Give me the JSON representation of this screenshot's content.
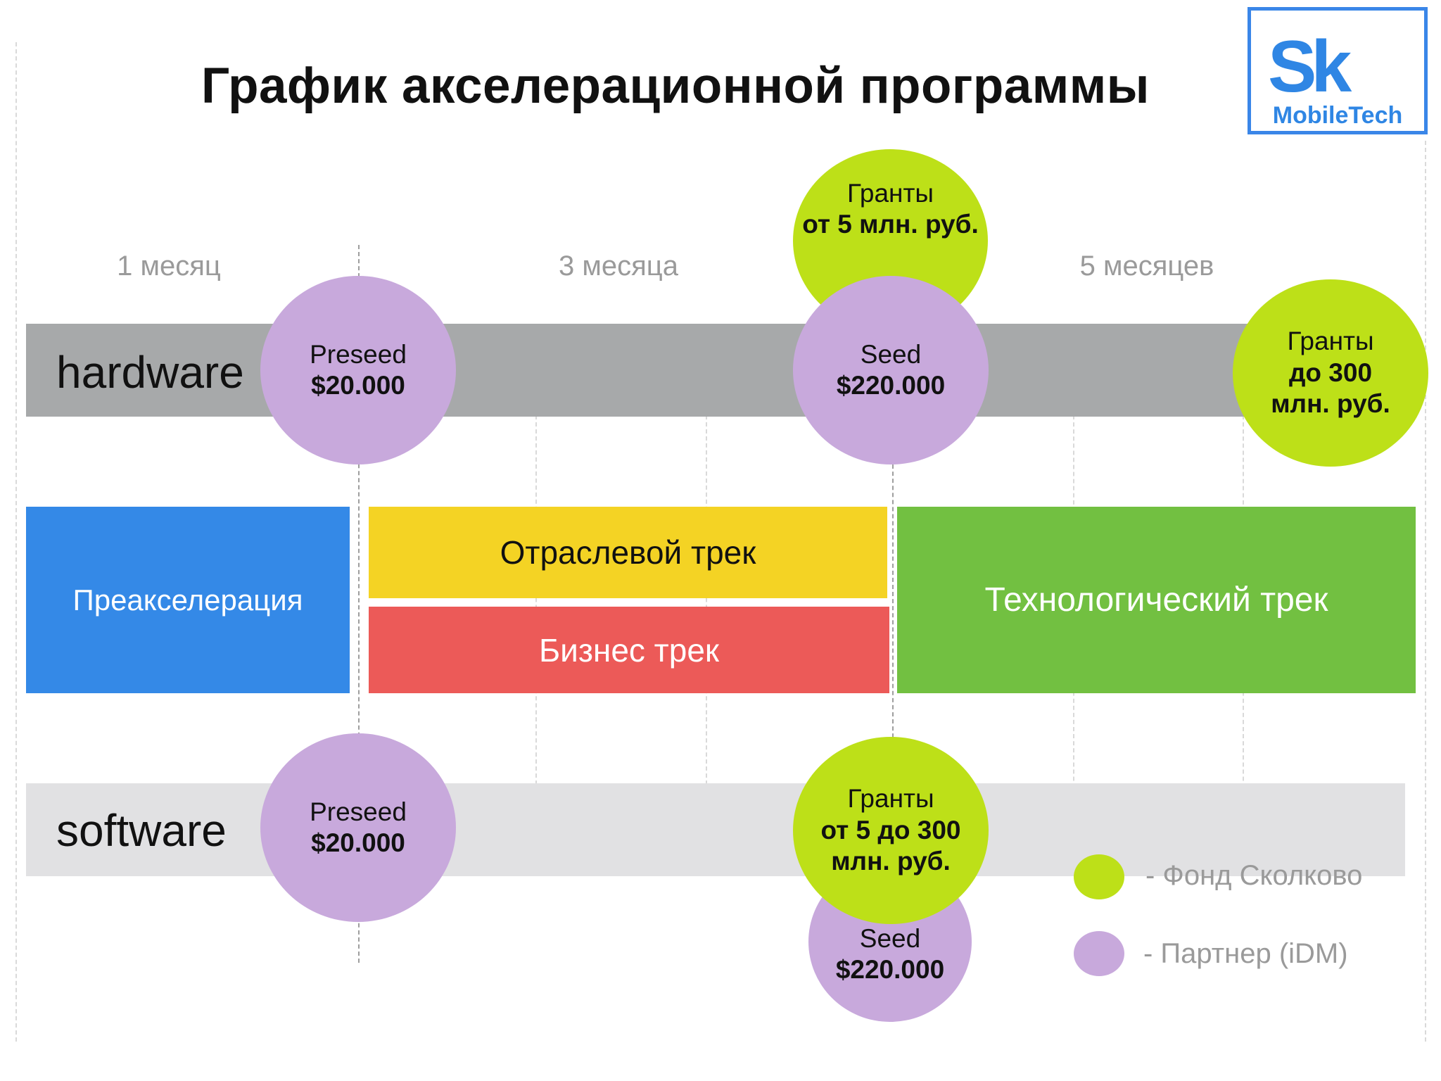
{
  "title": "График акселерационной программы",
  "logo": {
    "mark": "Sk",
    "text": "MobileTech"
  },
  "periods": [
    "1 месяц",
    "3 месяца",
    "5 месяцев"
  ],
  "rows": {
    "hardware": "hardware",
    "software": "software"
  },
  "tracks": {
    "preacceleration": "Преакселерация",
    "industry": "Отраслевой трек",
    "business": "Бизнес трек",
    "technology": "Технологический трек"
  },
  "circles": {
    "hw_preseed": {
      "line1": "Preseed",
      "line2": "$20.000"
    },
    "hw_grants_top": {
      "line1": "Гранты",
      "line2": "от 5 млн. руб."
    },
    "hw_seed": {
      "line1": "Seed",
      "line2": "$220.000"
    },
    "hw_grants_right": {
      "line1": "Гранты",
      "line2": "до 300",
      "line3": "млн. руб."
    },
    "sw_preseed": {
      "line1": "Preseed",
      "line2": "$20.000"
    },
    "sw_grants": {
      "line1": "Гранты",
      "line2": "от 5 до 300",
      "line3": "млн. руб."
    },
    "sw_seed": {
      "line1": "Seed",
      "line2": "$220.000"
    }
  },
  "legend": {
    "skolkovo": "- Фонд Сколково",
    "partner": "- Партнер (iDM)"
  },
  "colors": {
    "green": "#bde018",
    "purple": "#c8a9dc",
    "blue": "#3489e7",
    "yellow": "#f4d324",
    "red": "#ec5a58",
    "tech_green": "#72c041",
    "hardware_band": "#a7a9aa",
    "software_band": "#e1e1e3"
  }
}
